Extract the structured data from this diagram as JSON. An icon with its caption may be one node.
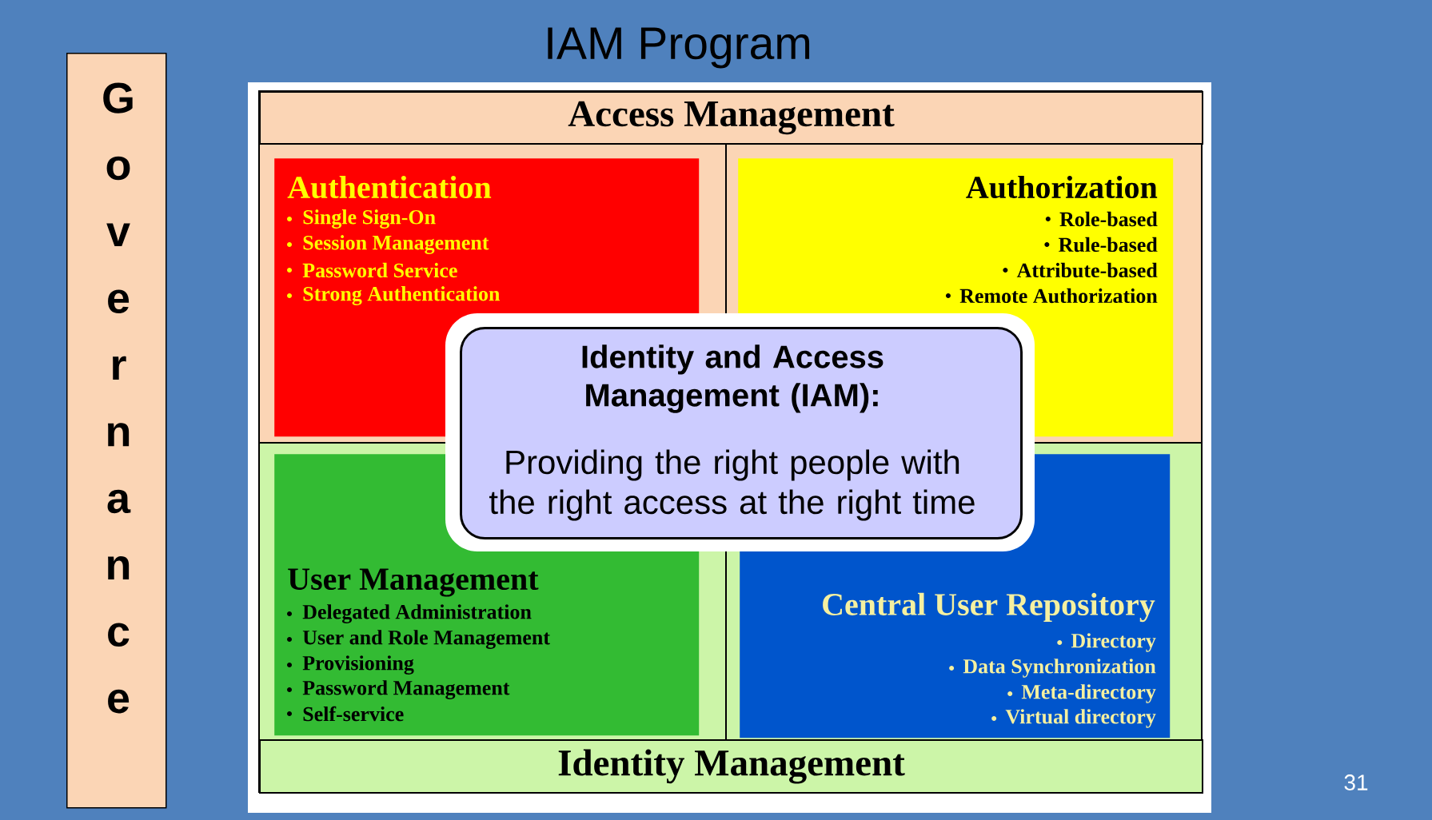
{
  "diagram": {
    "title": "IAM Program",
    "nodes": [
      {
        "text": [
          "Governance"
        ]
      },
      {
        "text": [
          "Access Management"
        ]
      },
      {
        "text": [
          "Authentication",
          "Single Sign-On",
          "Session Management",
          "Password Service",
          "Strong Authentication"
        ]
      },
      {
        "text": [
          "Authorization",
          "Role-based",
          "Rule-based",
          "Attribute-based",
          "Remote Authorization"
        ]
      },
      {
        "text": [
          "User Management",
          "Delegated Administration",
          "User and Role Management",
          "Provisioning",
          "Password Management",
          "Self-service"
        ]
      },
      {
        "text": [
          "Central User Repository",
          "Directory",
          "Data Synchronization",
          "Meta-directory",
          "Virtual directory"
        ]
      },
      {
        "text": [
          "Identity Management"
        ]
      },
      {
        "text": [
          "Identity and Access Management (IAM):",
          "Providing the right people with the right access at the right time"
        ]
      }
    ],
    "labels": [
      "31"
    ]
  }
}
